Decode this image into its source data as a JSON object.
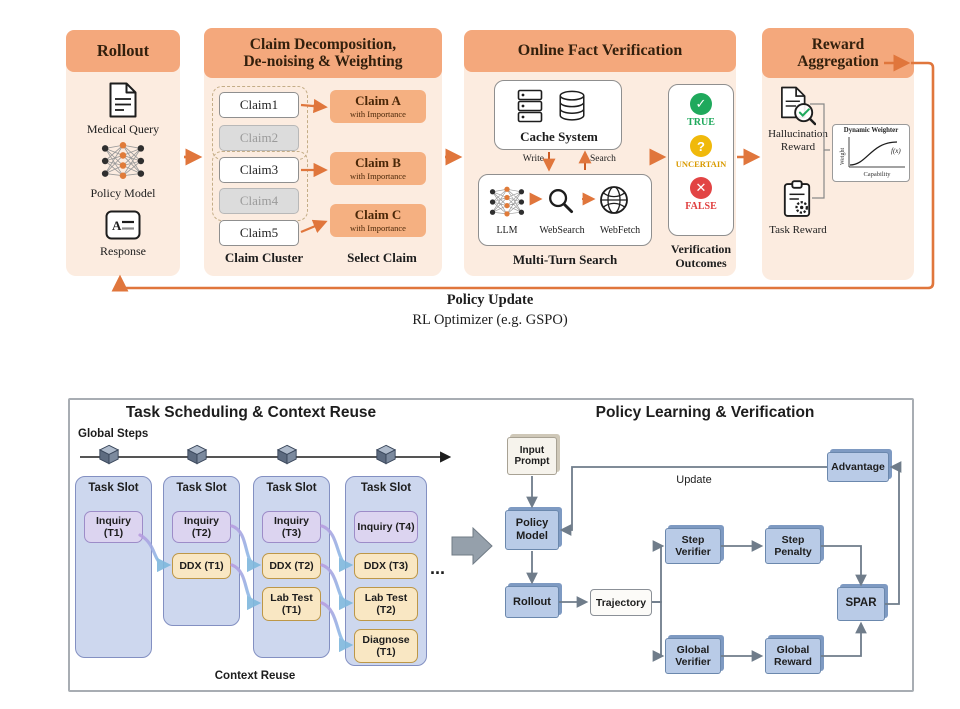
{
  "colors": {
    "accent_orange": "#e0763c",
    "section_header_fill": "#f4a87c",
    "section_panel_fill": "#fcece0",
    "selected_claim_fill": "#f5b081",
    "true_green": "#1fa95c",
    "uncertain_yellow": "#f0b90b",
    "false_red": "#e24444",
    "slot_fill": "#cdd7ee",
    "slot_border": "#8390c2",
    "inquiry_fill": "#dcd4f0",
    "exam_fill": "#f9e7c3",
    "node_blue": "#b9cbe7",
    "connector_gray": "#6f7c8a"
  },
  "icons": {
    "medical_query": "document-icon",
    "policy_model": "neural-network-icon",
    "response": "chat-text-icon",
    "cache_system": "server-icon + database-icon",
    "llm": "neural-network-icon",
    "websearch": "magnifier-icon",
    "webfetch": "globe-icon",
    "true": "check-circle-icon",
    "uncertain": "question-circle-icon",
    "false": "cross-circle-icon",
    "hallucination_reward": "document-magnifier-icon",
    "task_reward": "clipboard-gear-icon",
    "task_slot": "cube-icon"
  },
  "top": {
    "rollout": {
      "title": "Rollout",
      "medical_query": "Medical Query",
      "policy_model": "Policy Model",
      "response": "Response"
    },
    "claims": {
      "title_line1": "Claim Decomposition,",
      "title_line2": "De-noising & Weighting",
      "claim1": "Claim1",
      "claim2": "Claim2",
      "claim3": "Claim3",
      "claim4": "Claim4",
      "claim5": "Claim5",
      "cluster_label": "Claim Cluster",
      "select_label": "Select Claim",
      "claim_a": "Claim A",
      "claim_b": "Claim B",
      "claim_c": "Claim C",
      "importance_sub": "with Importance"
    },
    "verification": {
      "title": "Online Fact Verification",
      "cache_label": "Cache System",
      "write_label": "Write",
      "search_label": "Search",
      "llm_label": "LLM",
      "websearch_label": "WebSearch",
      "webfetch_label": "WebFetch",
      "multiturn_label": "Multi-Turn Search",
      "true_glyph": "✓",
      "true_label": "TRUE",
      "uncertain_glyph": "?",
      "uncertain_label": "UNCERTAIN",
      "false_glyph": "✕",
      "false_label": "FALSE",
      "outcomes_label": "Verification Outcomes"
    },
    "reward": {
      "title_line1": "Reward",
      "title_line2": "Aggregation",
      "hallucination_label": "Hallucination Reward",
      "task_label": "Task Reward",
      "weighter_title": "Dynamic Weighter",
      "fx_label": "f(x)",
      "weight_axis": "Weight",
      "capability_axis": "Capability"
    },
    "loop": {
      "line1": "Policy Update",
      "line2": "RL Optimizer (e.g. GSPO)"
    }
  },
  "bottom": {
    "left_title": "Task Scheduling & Context Reuse",
    "right_title": "Policy Learning & Verification",
    "global_steps": "Global Steps",
    "task_slot": "Task Slot",
    "slots": [
      {
        "tasks": [
          {
            "label": "Inquiry (T1)",
            "kind": "inquiry"
          }
        ]
      },
      {
        "tasks": [
          {
            "label": "Inquiry (T2)",
            "kind": "inquiry"
          },
          {
            "label": "DDX (T1)",
            "kind": "exam"
          }
        ]
      },
      {
        "tasks": [
          {
            "label": "Inquiry (T3)",
            "kind": "inquiry"
          },
          {
            "label": "DDX (T2)",
            "kind": "exam"
          },
          {
            "label": "Lab Test (T1)",
            "kind": "exam"
          }
        ]
      },
      {
        "tasks": [
          {
            "label": "Inquiry (T4)",
            "kind": "inquiry"
          },
          {
            "label": "DDX (T3)",
            "kind": "exam"
          },
          {
            "label": "Lab Test (T2)",
            "kind": "exam"
          },
          {
            "label": "Diagnose (T1)",
            "kind": "exam"
          }
        ]
      }
    ],
    "context_reuse": "Context Reuse",
    "ellipsis": "...",
    "flow": {
      "input_prompt": "Input Prompt",
      "policy_model": "Policy Model",
      "rollout": "Rollout",
      "trajectory": "Trajectory",
      "step_verifier": "Step Verifier",
      "step_penalty": "Step Penalty",
      "global_verifier": "Global Verifier",
      "global_reward": "Global Reward",
      "spar": "SPAR",
      "advantage": "Advantage",
      "update_label": "Update"
    }
  }
}
